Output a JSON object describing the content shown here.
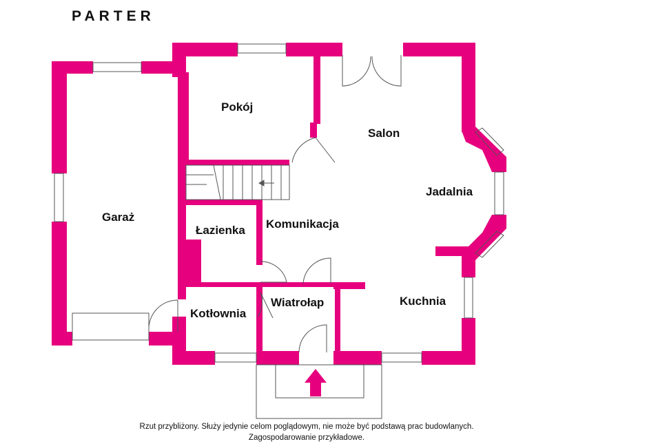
{
  "title": "PARTER",
  "rooms": {
    "pokoj": "Pokój",
    "salon": "Salon",
    "jadalnia": "Jadalnia",
    "garaz": "Garaż",
    "lazienka": "Łazienka",
    "komunikacja": "Komunikacja",
    "kotlownia": "Kotłownia",
    "wiatrolap": "Wiatrołap",
    "kuchnia": "Kuchnia"
  },
  "footer": {
    "line1": "Rzut przybliżony. Służy jedynie celom poglądowym, nie może być podstawą prac budowlanych.",
    "line2": "Zagospodarowanie przykładowe."
  },
  "colors": {
    "wall": "#e6007e",
    "line": "#555555"
  }
}
